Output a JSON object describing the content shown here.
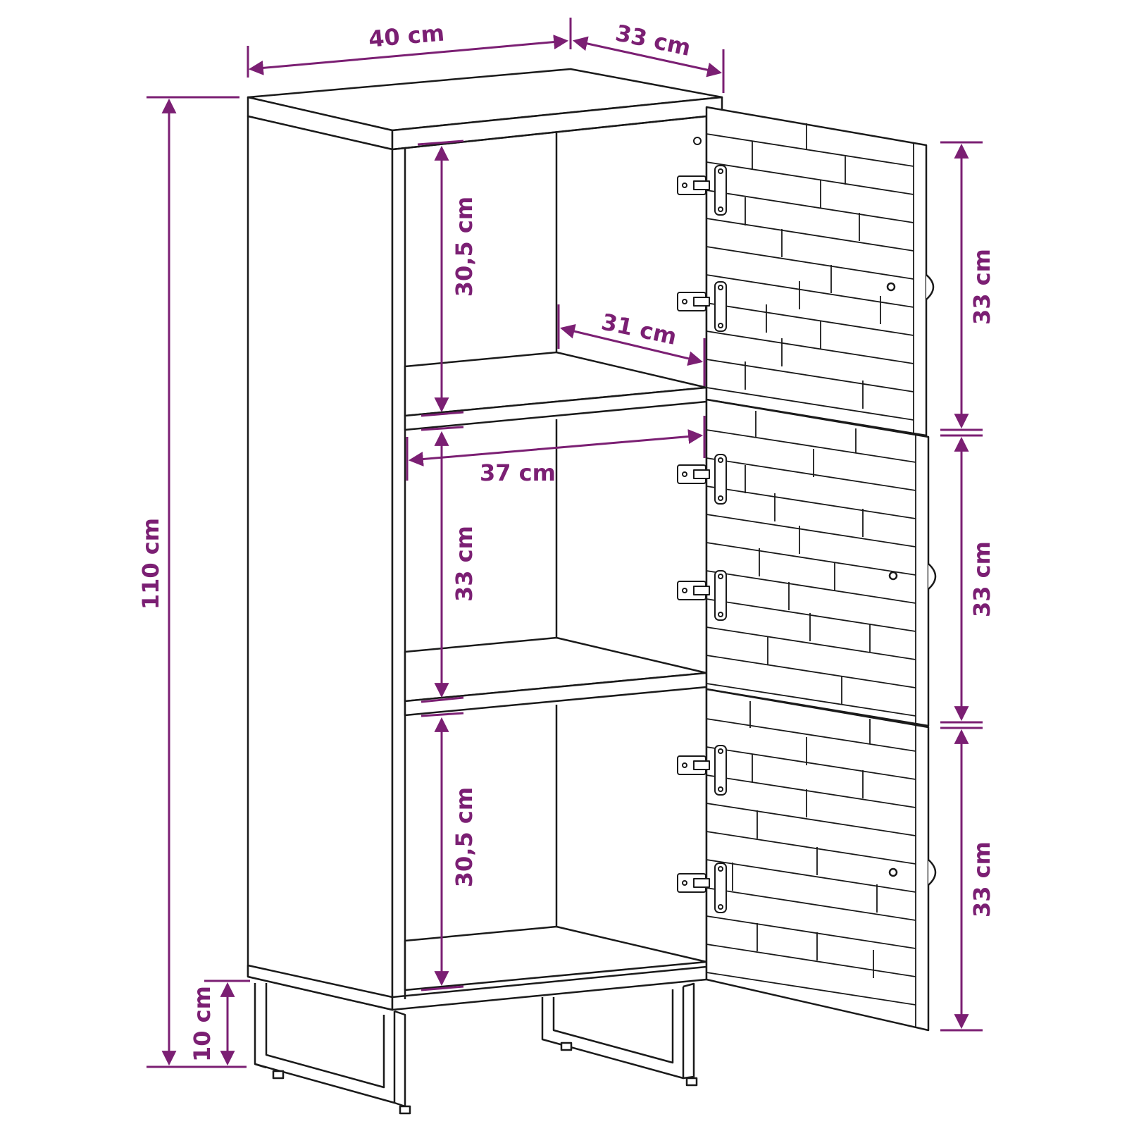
{
  "colors": {
    "dimension": "#7b1f73",
    "outline": "#1a1a1a",
    "background": "#ffffff"
  },
  "dimensions": {
    "width": "40 cm",
    "depth": "33 cm",
    "total_height": "110 cm",
    "leg_height": "10 cm",
    "top_compartment_height": "30,5 cm",
    "middle_compartment_height": "33 cm",
    "bottom_compartment_height": "30,5 cm",
    "inner_depth": "31 cm",
    "inner_width": "37 cm",
    "door_top_height": "33 cm",
    "door_middle_height": "33 cm",
    "door_bottom_height": "33 cm"
  }
}
